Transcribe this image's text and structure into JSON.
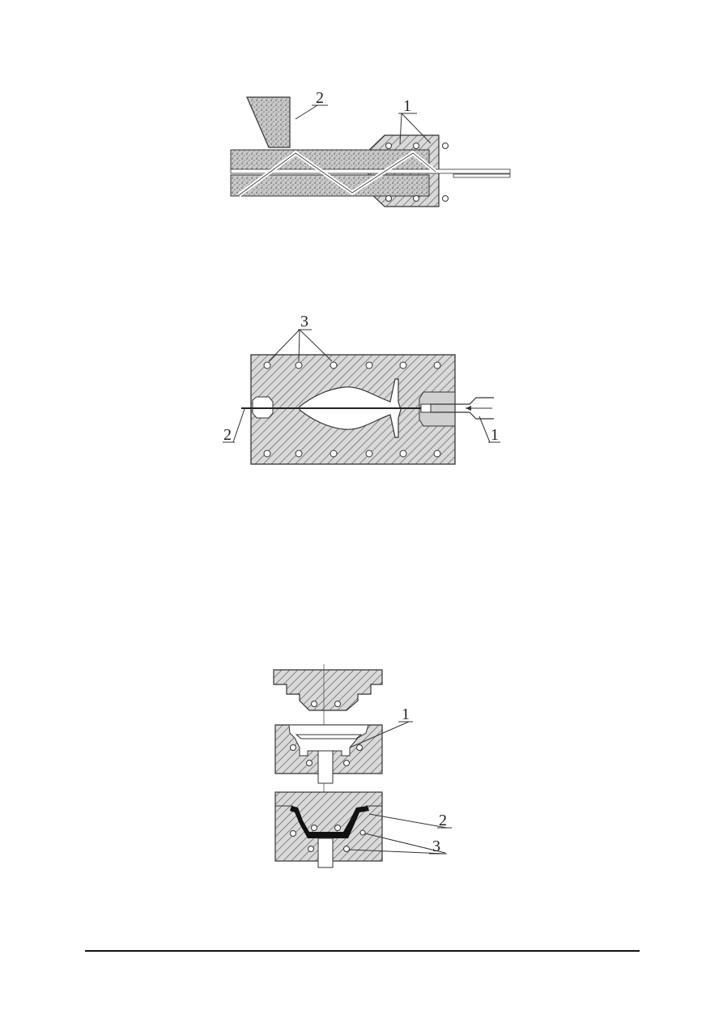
{
  "figures": [
    {
      "id": "extruder",
      "labels": {
        "one": "1",
        "two": "2"
      }
    },
    {
      "id": "injection-mold",
      "labels": {
        "one": "1",
        "two": "2",
        "three": "3"
      }
    },
    {
      "id": "compression-mold",
      "labels": {
        "one": "1",
        "two": "2",
        "three": "3"
      }
    }
  ],
  "colors": {
    "ink": "#222222",
    "hatch_fill": "#d8d8d8",
    "stipple": "#bdbdbd"
  }
}
